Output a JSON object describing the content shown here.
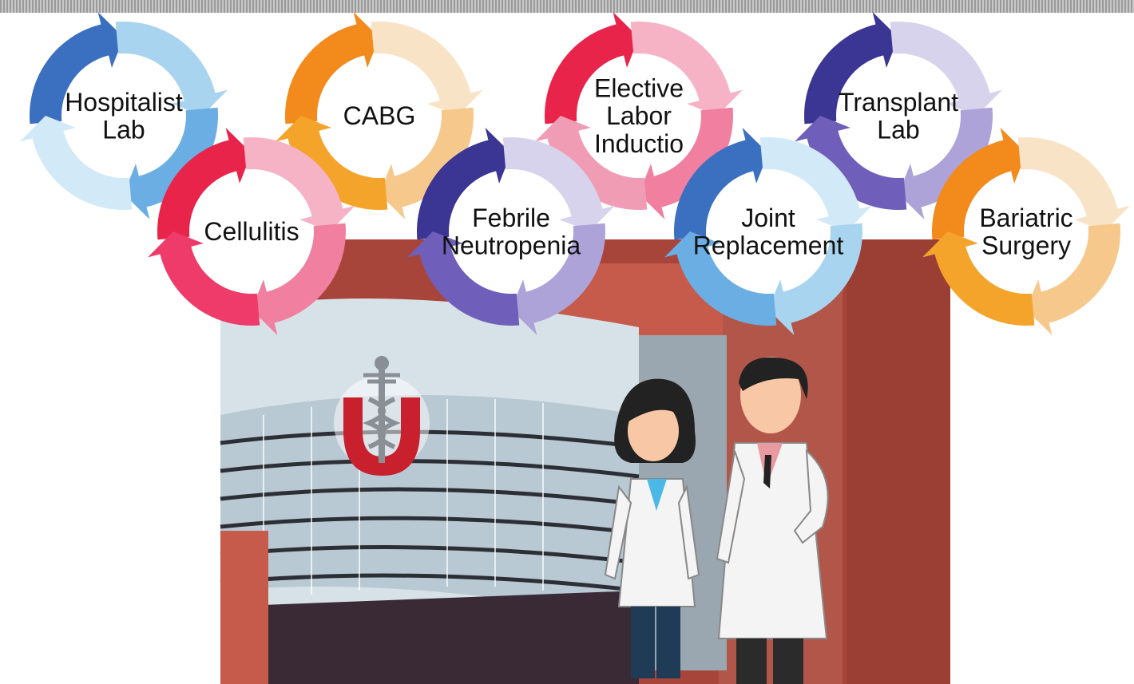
{
  "cycles": [
    {
      "id": "hospitalist-lab",
      "lines": [
        "Hospitalist",
        "Lab"
      ],
      "colors": [
        "#3b6fbf",
        "#a9d4f0",
        "#6aaee3",
        "#d2e9f8"
      ]
    },
    {
      "id": "cabg",
      "lines": [
        "CABG"
      ],
      "colors": [
        "#f28a1c",
        "#f9e3c6",
        "#f6c88c",
        "#f4a42b"
      ]
    },
    {
      "id": "elective-labor-induction",
      "lines": [
        "Elective",
        "Labor",
        "Inductio"
      ],
      "colors": [
        "#e8244a",
        "#f7b3c6",
        "#f07fa0",
        "#f19cb5"
      ]
    },
    {
      "id": "transplant-lab",
      "lines": [
        "Transplant",
        "Lab"
      ],
      "colors": [
        "#3b3594",
        "#d8d3ec",
        "#aea3d8",
        "#6f5fba"
      ]
    },
    {
      "id": "cellulitis",
      "lines": [
        "Cellulitis"
      ],
      "colors": [
        "#e8244a",
        "#f7b3c6",
        "#f07fa0",
        "#ef3b69"
      ]
    },
    {
      "id": "febrile-neutropenia",
      "lines": [
        "Febrile",
        "Neutropenia"
      ],
      "colors": [
        "#3b3594",
        "#d8d3ec",
        "#aea3d8",
        "#6f5fba"
      ]
    },
    {
      "id": "joint-replacement",
      "lines": [
        "Joint",
        "Replacement"
      ],
      "colors": [
        "#3b6fbf",
        "#d2e9f8",
        "#a9d4f0",
        "#6aaee3"
      ]
    },
    {
      "id": "bariatric-surgery",
      "lines": [
        "Bariatric",
        "Surgery"
      ],
      "colors": [
        "#f28a1c",
        "#f9e3c6",
        "#f6c88c",
        "#f4a42b"
      ]
    }
  ]
}
